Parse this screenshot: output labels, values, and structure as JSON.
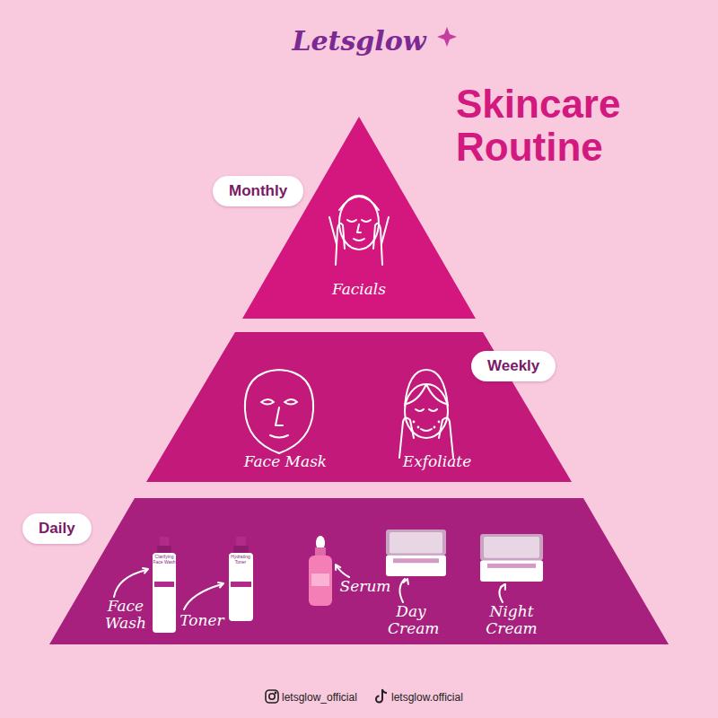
{
  "diagram": {
    "title": "Skincare Routine",
    "nodes": [
      {
        "text": [
          "Monthly"
        ]
      },
      {
        "text": [
          "Facials"
        ]
      },
      {
        "text": [
          "Weekly"
        ]
      },
      {
        "text": [
          "Face Mask",
          "Exfoliate"
        ]
      },
      {
        "text": [
          "Daily"
        ]
      },
      {
        "text": [
          "Face Wash",
          "Toner",
          "Serum",
          "Day Cream",
          "Night Cream"
        ]
      }
    ],
    "labels": [
      "Letsglow",
      "Clarifying Face Wash",
      "Hydrating Toner",
      "letsglow_official",
      "letsglow.official"
    ]
  }
}
